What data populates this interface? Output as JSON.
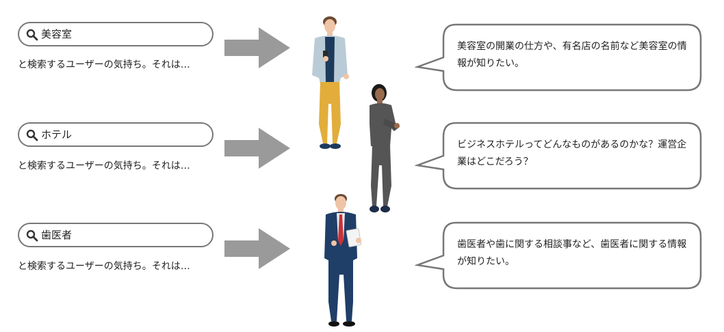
{
  "rows": [
    {
      "search_term": "美容室",
      "caption": "と検索するユーザーの気持ち。それは…",
      "bubble_text": "美容室の開業の仕方や、有名店の名前など美容室の情報が知りたい。"
    },
    {
      "search_term": "ホテル",
      "caption": "と検索するユーザーの気持ち。それは…",
      "bubble_text": "ビジネスホテルってどんなものがあるのかな？運営企業はどこだろう？"
    },
    {
      "search_term": "歯医者",
      "caption": "と検索するユーザーの気持ち。それは…",
      "bubble_text": "歯医者や歯に関する相談事など、歯医者に関する情報が知りたい。"
    }
  ],
  "icons": {
    "search": "search-icon",
    "arrow": "right-arrow-icon",
    "person_casual": "person-casual-icon",
    "person_woman": "person-businesswoman-icon",
    "person_suit": "person-businessman-icon"
  },
  "colors": {
    "arrow": "#9a9a9a",
    "border": "#777777",
    "pants_yellow": "#e2ad3b",
    "suit_navy": "#1f3e68",
    "tie_red": "#c8323a"
  }
}
